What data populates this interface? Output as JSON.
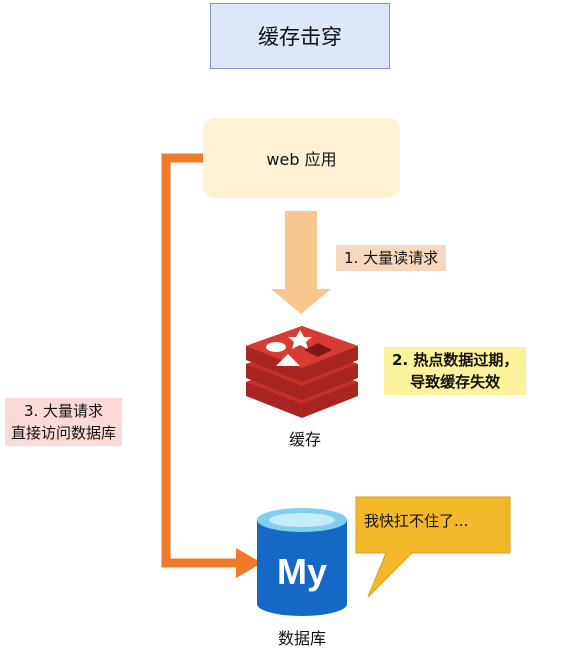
{
  "title": "缓存击穿",
  "web_app": {
    "label": "web 应用"
  },
  "step1": {
    "text": "1. 大量读请求"
  },
  "step2": {
    "line1": "2. 热点数据过期，",
    "line2": "导致缓存失效"
  },
  "step3": {
    "line1": "3. 大量请求",
    "line2": "直接访问数据库"
  },
  "cache": {
    "label": "缓存",
    "icon": "redis-icon"
  },
  "database": {
    "label": "数据库",
    "icon": "mysql-icon",
    "logo_text": "My"
  },
  "speech_bubble": {
    "text": "我快扛不住了..."
  },
  "colors": {
    "title_bg": "#dde7f8",
    "web_bg": "#fdf2d4",
    "arrow_peach": "#f8c68f",
    "arrow_orange": "#f07a2a",
    "redis_red": "#c6302b",
    "mysql_blue": "#1668c7",
    "bubble_yellow": "#f4b82b"
  }
}
